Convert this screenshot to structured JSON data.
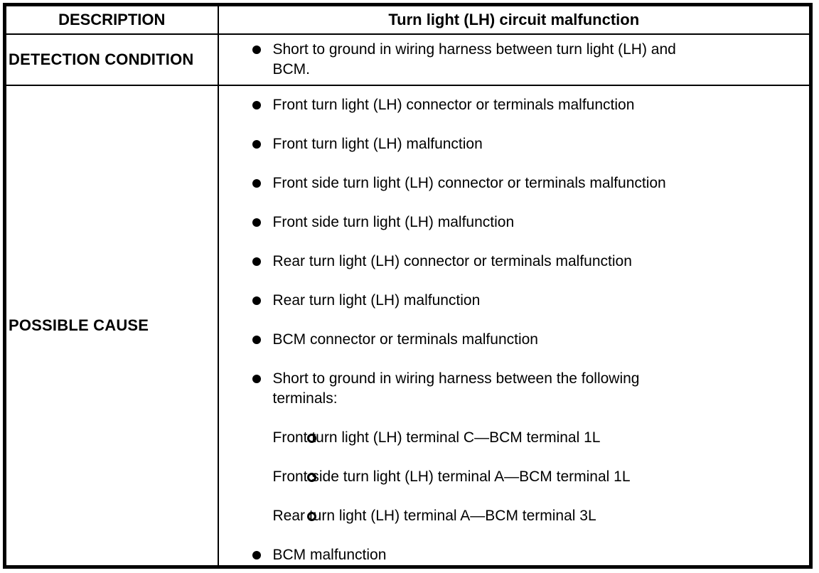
{
  "table": {
    "header": {
      "description_label": "DESCRIPTION",
      "title": "Turn light (LH) circuit malfunction"
    },
    "detection": {
      "label": "DETECTION CONDITION",
      "items": [
        {
          "level": 1,
          "text": "Short to ground in wiring harness between turn light (LH) and\nBCM."
        }
      ]
    },
    "possible_cause": {
      "label": "POSSIBLE CAUSE",
      "items": [
        {
          "level": 1,
          "text": "Front turn light (LH) connector or terminals malfunction"
        },
        {
          "level": 1,
          "text": "Front turn light (LH) malfunction"
        },
        {
          "level": 1,
          "text": "Front side turn light (LH) connector or terminals malfunction"
        },
        {
          "level": 1,
          "text": "Front side turn light (LH) malfunction"
        },
        {
          "level": 1,
          "text": "Rear turn light (LH) connector or terminals malfunction"
        },
        {
          "level": 1,
          "text": "Rear turn light (LH) malfunction"
        },
        {
          "level": 1,
          "text": "BCM connector or terminals malfunction"
        },
        {
          "level": 1,
          "text": "Short to ground in wiring harness between the following\nterminals:"
        },
        {
          "level": 2,
          "text": "Front turn light (LH) terminal C—BCM terminal 1L"
        },
        {
          "level": 2,
          "text": "Front side turn light (LH) terminal A—BCM terminal 1L"
        },
        {
          "level": 2,
          "text": "Rear turn light (LH) terminal A—BCM terminal 3L"
        },
        {
          "level": 1,
          "text": "BCM malfunction"
        }
      ]
    }
  },
  "icons": {
    "bullet": "filled-circle",
    "sub_bullet": "hollow-circle"
  },
  "colors": {
    "text": "#000000",
    "border": "#000000",
    "background": "#ffffff"
  }
}
